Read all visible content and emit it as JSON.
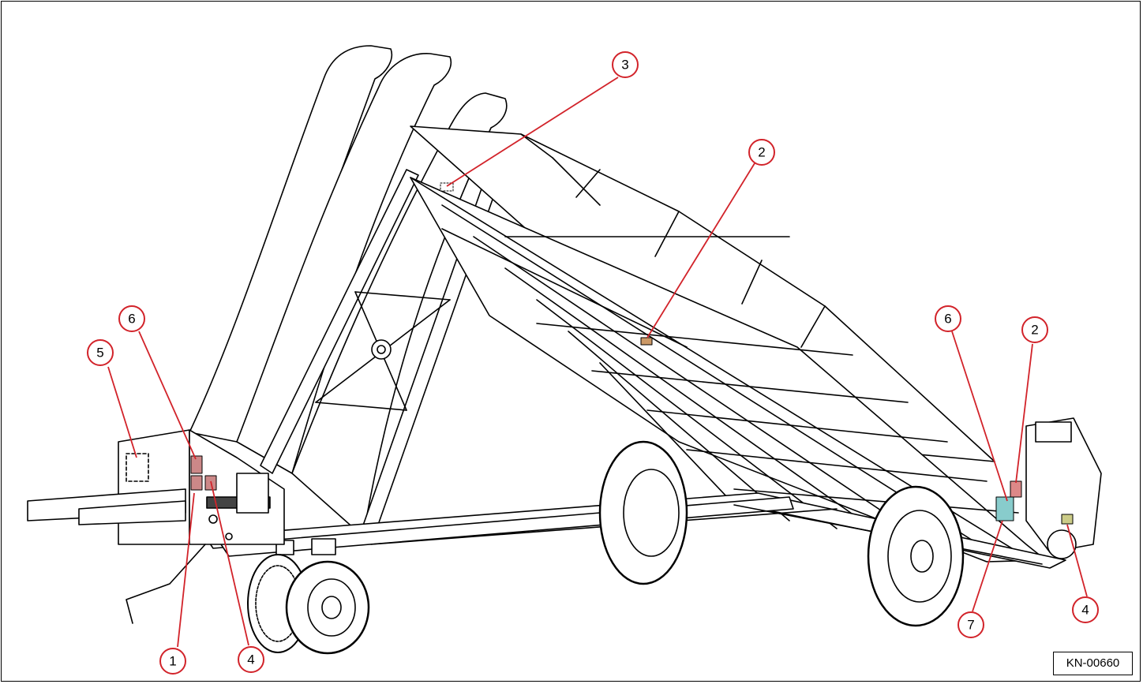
{
  "figure": {
    "reference_code": "KN-00660",
    "accent_color": "#d2232a",
    "callouts": [
      {
        "id": "c1",
        "label": "1"
      },
      {
        "id": "c2a",
        "label": "2"
      },
      {
        "id": "c2b",
        "label": "2"
      },
      {
        "id": "c3",
        "label": "3"
      },
      {
        "id": "c4a",
        "label": "4"
      },
      {
        "id": "c4b",
        "label": "4"
      },
      {
        "id": "c5",
        "label": "5"
      },
      {
        "id": "c6a",
        "label": "6"
      },
      {
        "id": "c6b",
        "label": "6"
      },
      {
        "id": "c7",
        "label": "7"
      }
    ]
  }
}
